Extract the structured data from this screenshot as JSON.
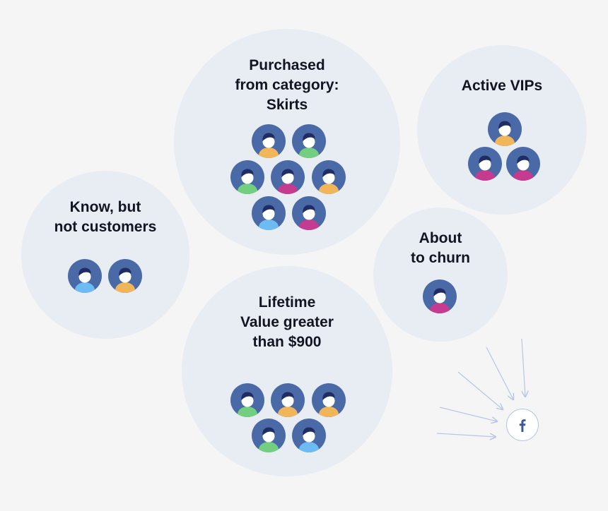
{
  "segments": [
    {
      "id": "skirts",
      "title": "Purchased\nfrom category:\nSkirts",
      "avatars": [
        "orange",
        "green",
        "green",
        "magenta",
        "orange",
        "blue",
        "magenta"
      ]
    },
    {
      "id": "active-vips",
      "title": "Active VIPs",
      "avatars": [
        "orange",
        "magenta",
        "magenta"
      ]
    },
    {
      "id": "know-not-customers",
      "title": "Know, but\nnot customers",
      "avatars": [
        "blue",
        "orange"
      ]
    },
    {
      "id": "about-to-churn",
      "title": "About\nto churn",
      "avatars": [
        "magenta"
      ]
    },
    {
      "id": "lifetime-value",
      "title": "Lifetime\nValue greater\nthan $900",
      "avatars": [
        "green",
        "orange",
        "orange",
        "green",
        "blue"
      ]
    }
  ],
  "colors": {
    "avatar_bg": "#4a6aa7",
    "hair": "#1f2d63",
    "face": "#ffffff",
    "orange": "#f2b65a",
    "green": "#72cf7f",
    "magenta": "#c43b8f",
    "blue": "#6cbcf3",
    "circle_bg": "#e8ecf3",
    "page_bg": "#f5f5f5",
    "connector": "#b6c6e6",
    "facebook": "#3b5998"
  },
  "destination": {
    "icon": "facebook-icon",
    "glyph": "f"
  }
}
